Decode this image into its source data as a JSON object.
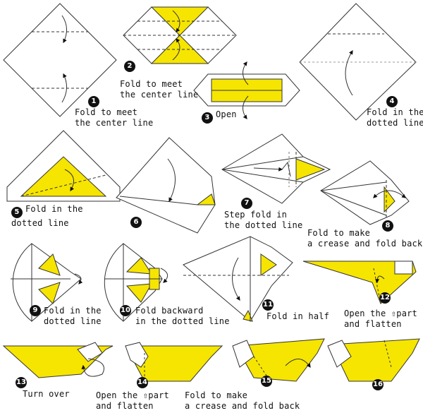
{
  "colors": {
    "paper_front": "#f6e500",
    "paper_back": "#ffffff",
    "outline": "#333333"
  },
  "steps": [
    {
      "n": "1",
      "text": "Fold to meet\nthe center line"
    },
    {
      "n": "2",
      "text": "Fold to meet\nthe center line"
    },
    {
      "n": "3",
      "text": "Open"
    },
    {
      "n": "4",
      "text": "Fold in the\ndotted line"
    },
    {
      "n": "5",
      "text": "Fold in the\ndotted line"
    },
    {
      "n": "6",
      "text": ""
    },
    {
      "n": "7",
      "text": "Step fold in\nthe dotted line"
    },
    {
      "n": "8",
      "text": "Fold to make\na crease and fold back"
    },
    {
      "n": "9",
      "text": "Fold in the\ndotted line"
    },
    {
      "n": "10",
      "text": "Fold backward\nin the dotted line"
    },
    {
      "n": "11",
      "text": "Fold in half"
    },
    {
      "n": "12",
      "text_before": "Open the",
      "icon": "up-arrow-outline-icon",
      "text_after": "part\nand flatten"
    },
    {
      "n": "13",
      "text": "Turn over"
    },
    {
      "n": "14",
      "text_before": "Open the",
      "icon": "up-arrow-outline-icon",
      "text_after": "part\nand flatten"
    },
    {
      "n": "15",
      "text": "Fold to make\na crease and fold back"
    },
    {
      "n": "16",
      "text": ""
    }
  ]
}
